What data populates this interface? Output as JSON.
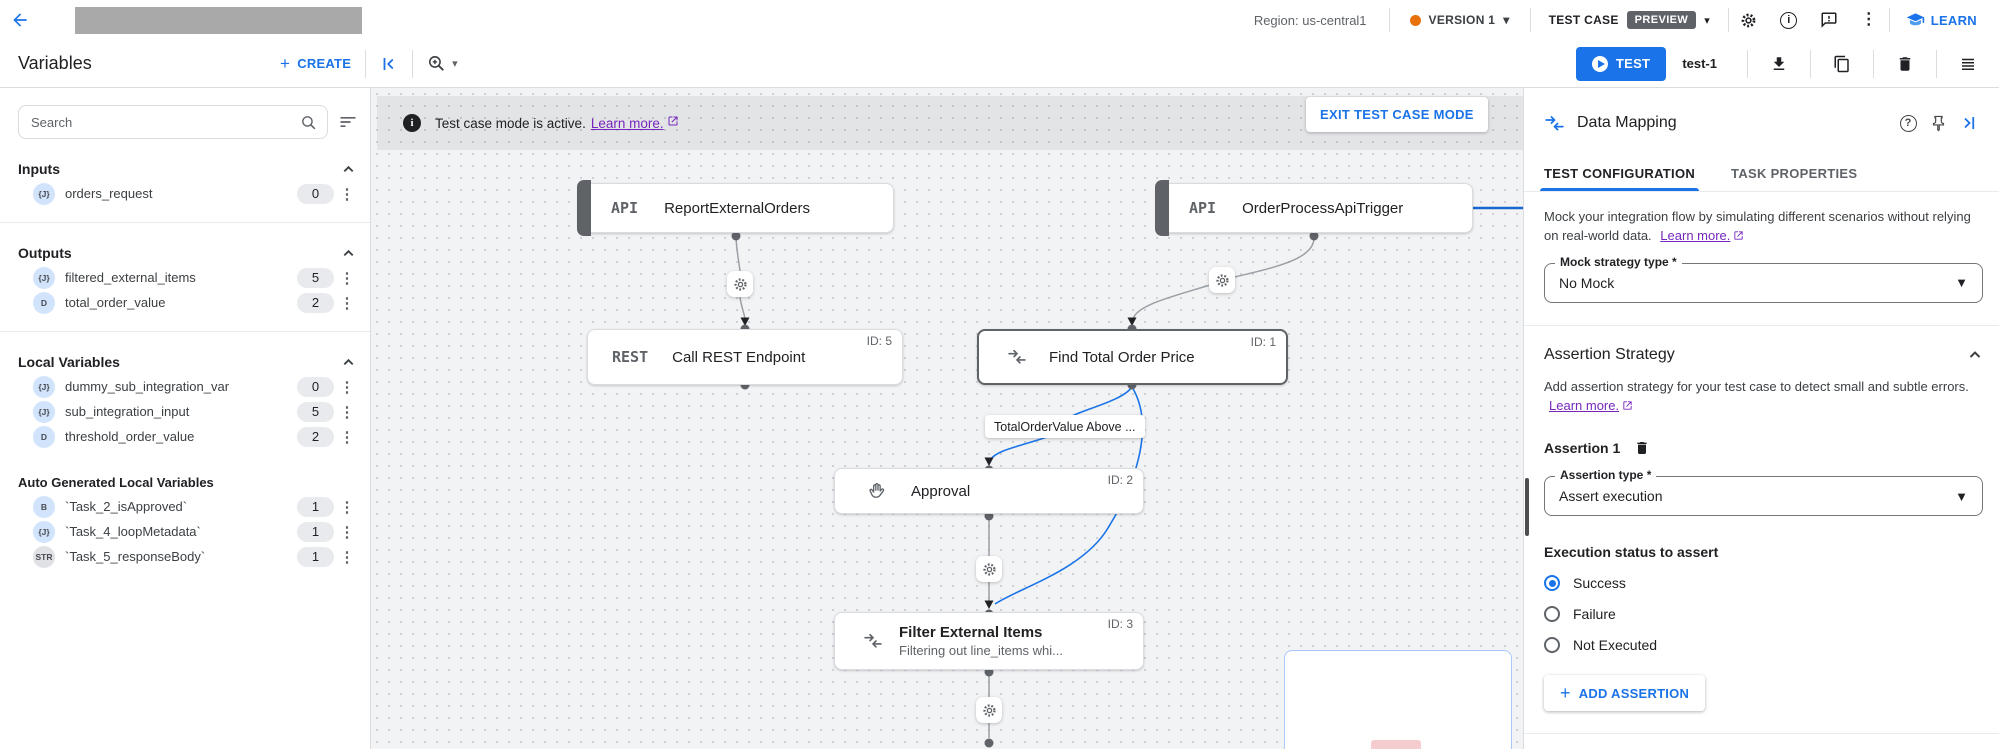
{
  "colors": {
    "accent": "#1a73e8",
    "version_dot": "#e8710a",
    "preview_badge": "#5f6368",
    "link_purple": "#7627bb",
    "selected_edge": "#1a73e8"
  },
  "topbar": {
    "region": "Region: us-central1",
    "version": "VERSION 1",
    "test_case": "TEST CASE",
    "preview": "PREVIEW",
    "learn": "LEARN"
  },
  "toolbar": {
    "title": "Variables",
    "create": "CREATE",
    "test": "TEST",
    "test_name": "test-1"
  },
  "sidebar": {
    "search_placeholder": "Search",
    "sections": [
      {
        "title": "Inputs",
        "items": [
          {
            "type": "{J}",
            "name": "orders_request",
            "count": "0"
          }
        ]
      },
      {
        "title": "Outputs",
        "items": [
          {
            "type": "{J}",
            "name": "filtered_external_items",
            "count": "5"
          },
          {
            "type": "D",
            "name": "total_order_value",
            "count": "2"
          }
        ]
      },
      {
        "title": "Local Variables",
        "items": [
          {
            "type": "{J}",
            "name": "dummy_sub_integration_var",
            "count": "0"
          },
          {
            "type": "{J}",
            "name": "sub_integration_input",
            "count": "5"
          },
          {
            "type": "D",
            "name": "threshold_order_value",
            "count": "2"
          }
        ]
      },
      {
        "title": "Auto Generated Local Variables",
        "items": [
          {
            "type": "B",
            "name": "`Task_2_isApproved`",
            "count": "1"
          },
          {
            "type": "{J}",
            "name": "`Task_4_loopMetadata`",
            "count": "1"
          },
          {
            "type": "STR",
            "name": "`Task_5_responseBody`",
            "count": "1"
          }
        ]
      }
    ]
  },
  "canvas": {
    "banner": {
      "text": "Test case mode is active.",
      "link": "Learn more.",
      "exit": "EXIT TEST CASE MODE"
    },
    "nodes": {
      "report": {
        "badge": "API",
        "title": "ReportExternalOrders"
      },
      "trigger": {
        "badge": "API",
        "title": "OrderProcessApiTrigger"
      },
      "rest": {
        "badge": "REST",
        "title": "Call REST Endpoint",
        "id": "ID: 5"
      },
      "find": {
        "title": "Find Total Order Price",
        "id": "ID: 1"
      },
      "approval": {
        "title": "Approval",
        "id": "ID: 2"
      },
      "filter": {
        "title": "Filter External Items",
        "subtitle": "Filtering out line_items whi...",
        "id": "ID: 3"
      }
    },
    "edge_label": "TotalOrderValue Above ..."
  },
  "panel": {
    "title": "Data Mapping",
    "tabs": [
      {
        "label": "TEST CONFIGURATION"
      },
      {
        "label": "TASK PROPERTIES"
      }
    ],
    "mock": {
      "description": "Mock your integration flow by simulating different scenarios without relying on real-world data.",
      "link": "Learn more.",
      "field_label": "Mock strategy type *",
      "field_value": "No Mock"
    },
    "assertions": {
      "heading": "Assertion Strategy",
      "description": "Add assertion strategy for your test case to detect small and subtle errors.",
      "link": "Learn more.",
      "item": "Assertion 1",
      "type_label": "Assertion type *",
      "type_value": "Assert execution",
      "status_label": "Execution status to assert",
      "options": [
        {
          "label": "Success"
        },
        {
          "label": "Failure"
        },
        {
          "label": "Not Executed"
        }
      ],
      "add": "ADD ASSERTION"
    }
  }
}
